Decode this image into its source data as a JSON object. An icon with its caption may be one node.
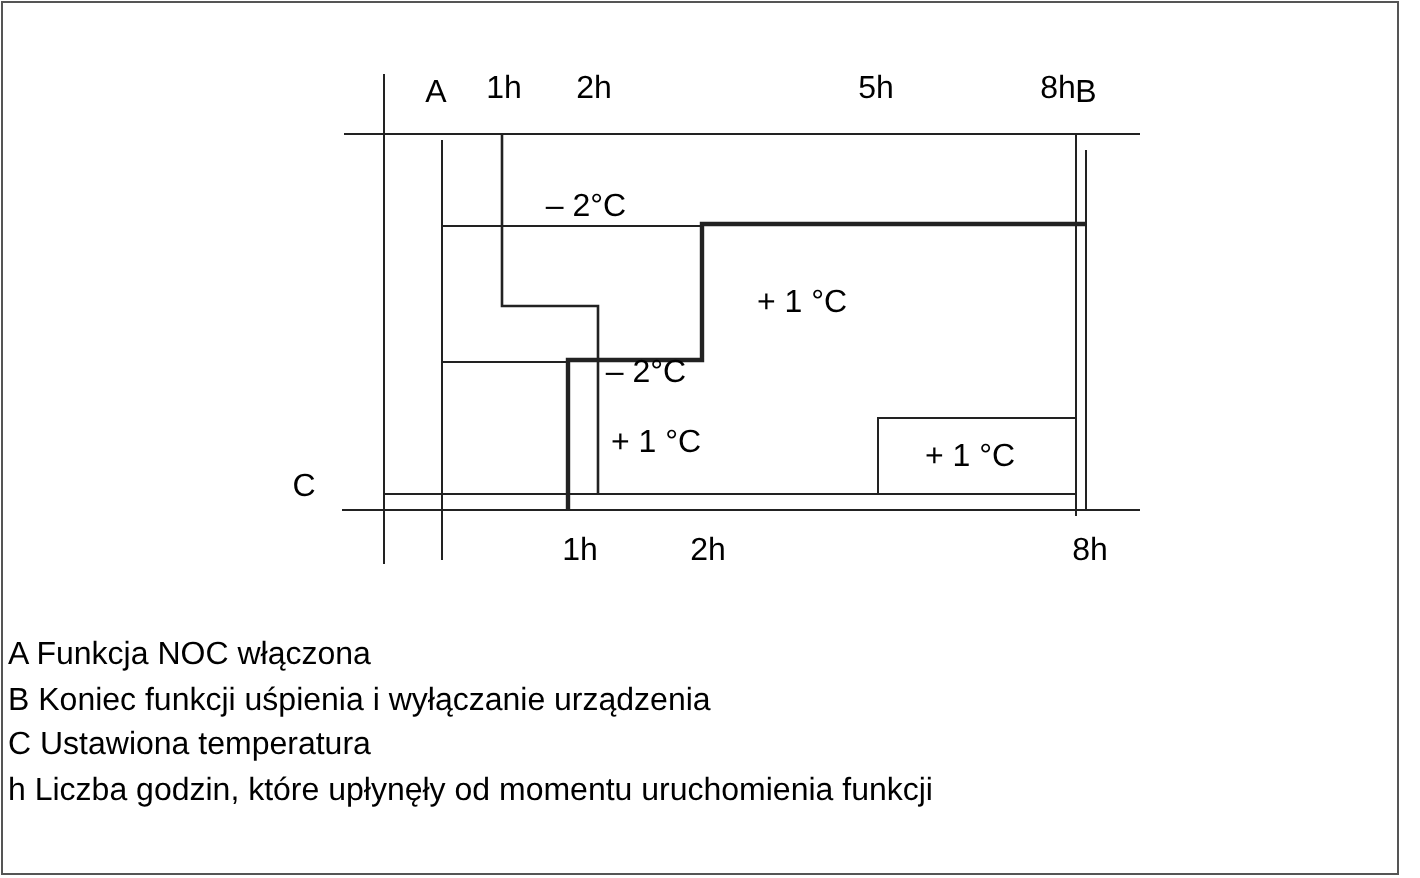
{
  "diagram": {
    "labels": [
      "A",
      "1h",
      "2h",
      "5h",
      "8h",
      "B",
      "– 2°C",
      "+ 1 °C",
      "– 2°C",
      "+ 1 °C",
      "+ 1 °C",
      "C",
      "1h",
      "2h",
      "8h",
      "A Funkcja NOC włączona",
      "B Koniec funkcji uśpienia i wyłączanie urządzenia",
      "C Ustawiona temperatura",
      "h Liczba godzin, które upłynęły od momentu uruchomienia funkcji"
    ]
  }
}
